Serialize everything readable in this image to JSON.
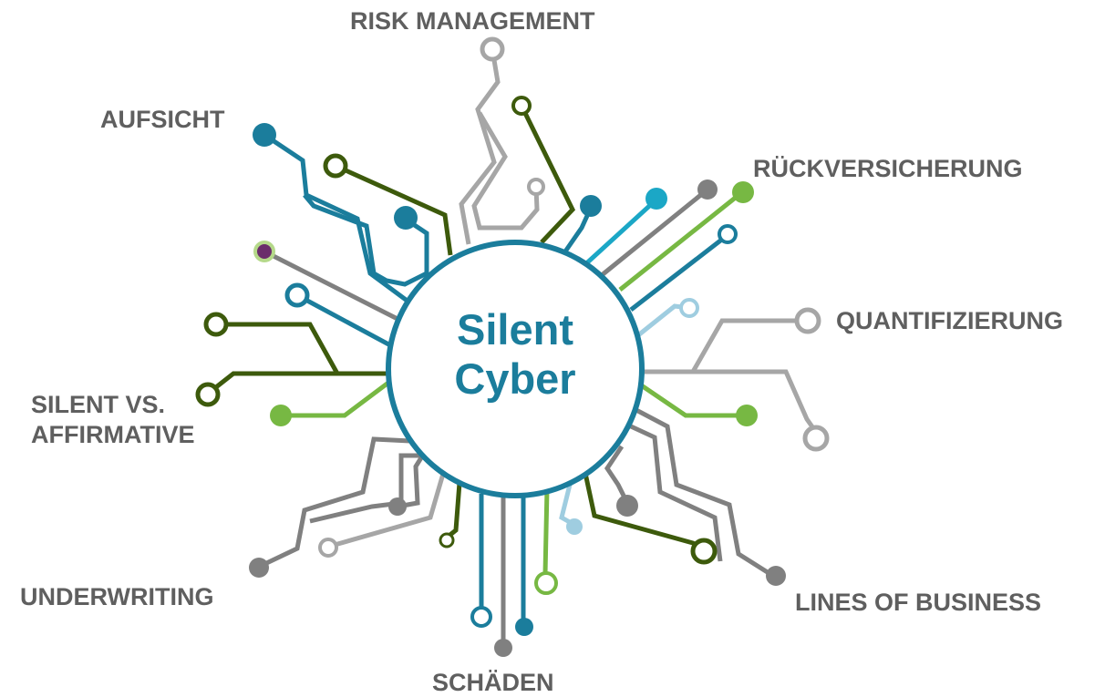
{
  "center": {
    "line1": "Silent",
    "line2": "Cyber"
  },
  "labels": {
    "risk_management": "RISK MANAGEMENT",
    "aufsicht": "AUFSICHT",
    "rueckversicherung": "RÜCKVERSICHERUNG",
    "quantifizierung": "QUANTIFIZIERUNG",
    "silent_vs_affirmative_1": "SILENT VS.",
    "silent_vs_affirmative_2": "AFFIRMATIVE",
    "lines_of_business": "LINES OF BUSINESS",
    "underwriting": "UNDERWRITING",
    "schaeden": "SCHÄDEN"
  },
  "colors": {
    "teal": "#1b7d9c",
    "cyan": "#1ba7c6",
    "dark_green": "#3d5a0c",
    "light_green": "#77b843",
    "light_gray": "#a6a6a6",
    "mid_gray": "#808080",
    "light_blue": "#9fcde0",
    "purple": "#6b2d6b",
    "label_text": "#5f5f5f"
  }
}
